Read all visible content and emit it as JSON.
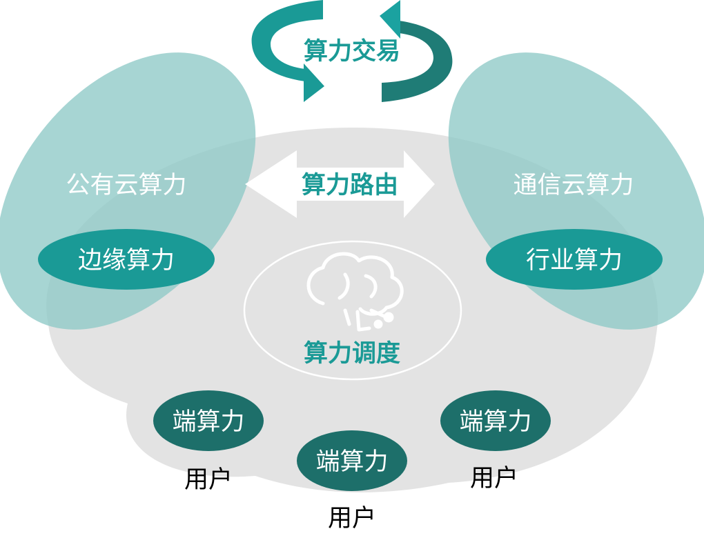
{
  "trading": {
    "label": "算力交易"
  },
  "routing": {
    "label": "算力路由"
  },
  "scheduling": {
    "label": "算力调度"
  },
  "public_cloud": {
    "label": "公有云算力"
  },
  "telecom_cloud": {
    "label": "通信云算力"
  },
  "edge": {
    "label": "边缘算力"
  },
  "industry": {
    "label": "行业算力"
  },
  "terminals": [
    {
      "label": "端算力",
      "user": "用户"
    },
    {
      "label": "端算力",
      "user": "用户"
    },
    {
      "label": "端算力",
      "user": "用户"
    }
  ],
  "colors": {
    "teal_dark": "#1f7c76",
    "teal_mid": "#1ba2a0",
    "teal_light": "#8ec9c7",
    "grey_bg": "#e3e3e3"
  },
  "icons": {
    "scheduling": "cloud-brain-icon",
    "trading": "cycle-arrows-icon",
    "routing": "double-arrow-icon"
  }
}
